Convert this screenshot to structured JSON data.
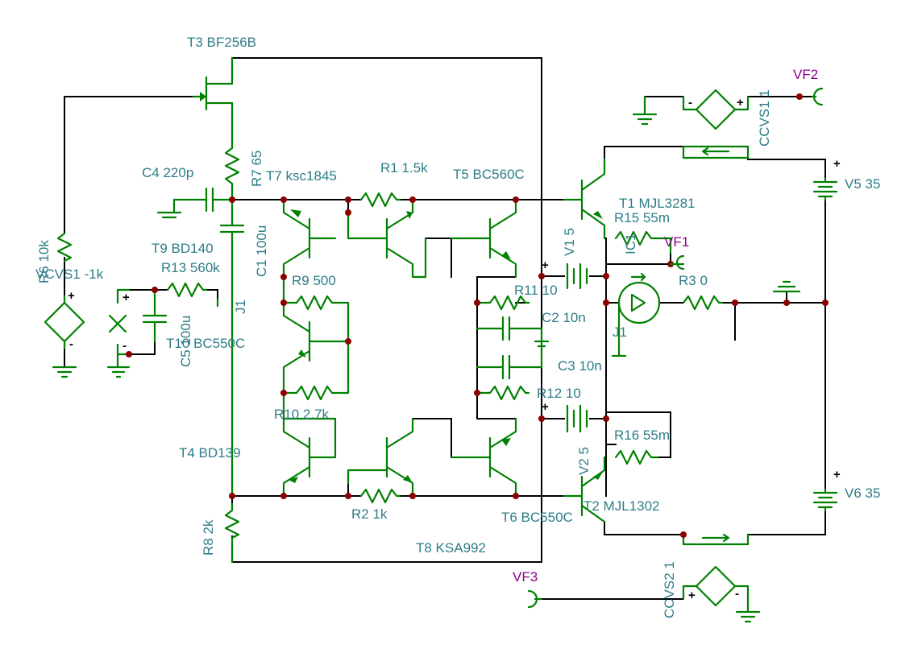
{
  "labels": {
    "t3": "T3 BF256B",
    "r7": "R7 65",
    "c4": "C4 220p",
    "t7": "T7 ksc1845",
    "r1": "R1 1.5k",
    "t5": "T5 BC560C",
    "c1": "C1 100u",
    "t9": "T9 BD140",
    "r13": "R13 560k",
    "j1_left": "J1",
    "r9": "R9 500",
    "c5": "C5 100u",
    "t10": "T10 BC550C",
    "r10": "R10 2.7k",
    "t4": "T4 BD139",
    "r8": "R8 2k",
    "r2": "R2 1k",
    "t8": "T8 KSA992",
    "r6": "R6 10k",
    "vcvs1": "VCVS1 -1k",
    "t1": "T1 MJL3281",
    "r15": "R15 55m",
    "ic1": "IC1",
    "v1": "V1 5",
    "r11": "R11 10",
    "c2": "C2 10n",
    "c3": "C3 10n",
    "r3": "R3 0",
    "j1_right": "J1",
    "r12": "R12 10",
    "v2": "V2 5",
    "r16": "R16 55m",
    "t2": "T2 MJL1302",
    "t6": "T6 BC550C",
    "v5": "V5 35",
    "v6": "V6 35",
    "ccvs1": "CCVS1 1",
    "ccvs2": "CCVS2 1"
  },
  "probes": {
    "vf1": "VF1",
    "vf2": "VF2",
    "vf3": "VF3"
  },
  "polarity": {
    "plus": "+",
    "minus": "-"
  },
  "colors": {
    "wire": "#000000",
    "component": "#008000",
    "label": "#2e7d88",
    "probe_label": "#8b008b",
    "junction": "#8b0000"
  }
}
